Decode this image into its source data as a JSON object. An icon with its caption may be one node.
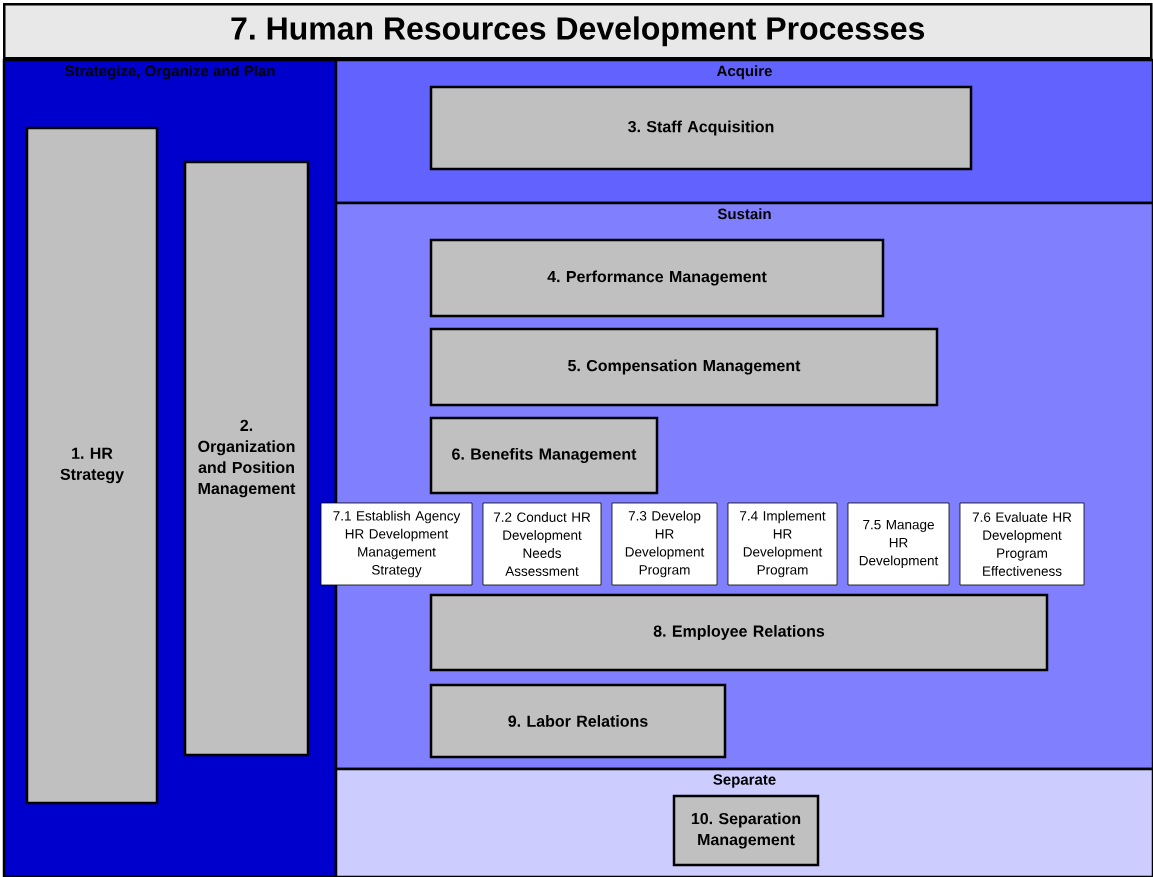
{
  "diagram": {
    "title": "7. Human Resources Development Processes",
    "nodes": [
      {
        "text": [
          "Strategize, Organize and Plan"
        ]
      },
      {
        "text": [
          "1. HR Strategy"
        ],
        "in": 0
      },
      {
        "text": [
          "2. Organization and Position Management"
        ],
        "in": 0
      },
      {
        "text": [
          "Acquire"
        ]
      },
      {
        "text": [
          "3. Staff Acquisition"
        ],
        "in": 3
      },
      {
        "text": [
          "Sustain"
        ]
      },
      {
        "text": [
          "4. Performance Management"
        ],
        "in": 5
      },
      {
        "text": [
          "5. Compensation Management"
        ],
        "in": 5
      },
      {
        "text": [
          "6. Benefits Management"
        ],
        "in": 5
      },
      {
        "text": [
          "7.1 Establish Agency HR Development Management Strategy"
        ]
      },
      {
        "text": [
          "7.2 Conduct HR Development Needs Assessment"
        ],
        "in": 5
      },
      {
        "text": [
          "7.3 Develop HR Development Program"
        ],
        "in": 5
      },
      {
        "text": [
          "7.4 Implement HR Development Program"
        ],
        "in": 5
      },
      {
        "text": [
          "7.5 Manage HR Development"
        ],
        "in": 5
      },
      {
        "text": [
          "7.6 Evaluate HR Development Program Effectiveness"
        ],
        "in": 5
      },
      {
        "text": [
          "8. Employee Relations"
        ],
        "in": 5
      },
      {
        "text": [
          "9. Labor Relations"
        ],
        "in": 5
      },
      {
        "text": [
          "Separate"
        ]
      },
      {
        "text": [
          "10. Separation Management"
        ],
        "in": 17
      }
    ]
  }
}
